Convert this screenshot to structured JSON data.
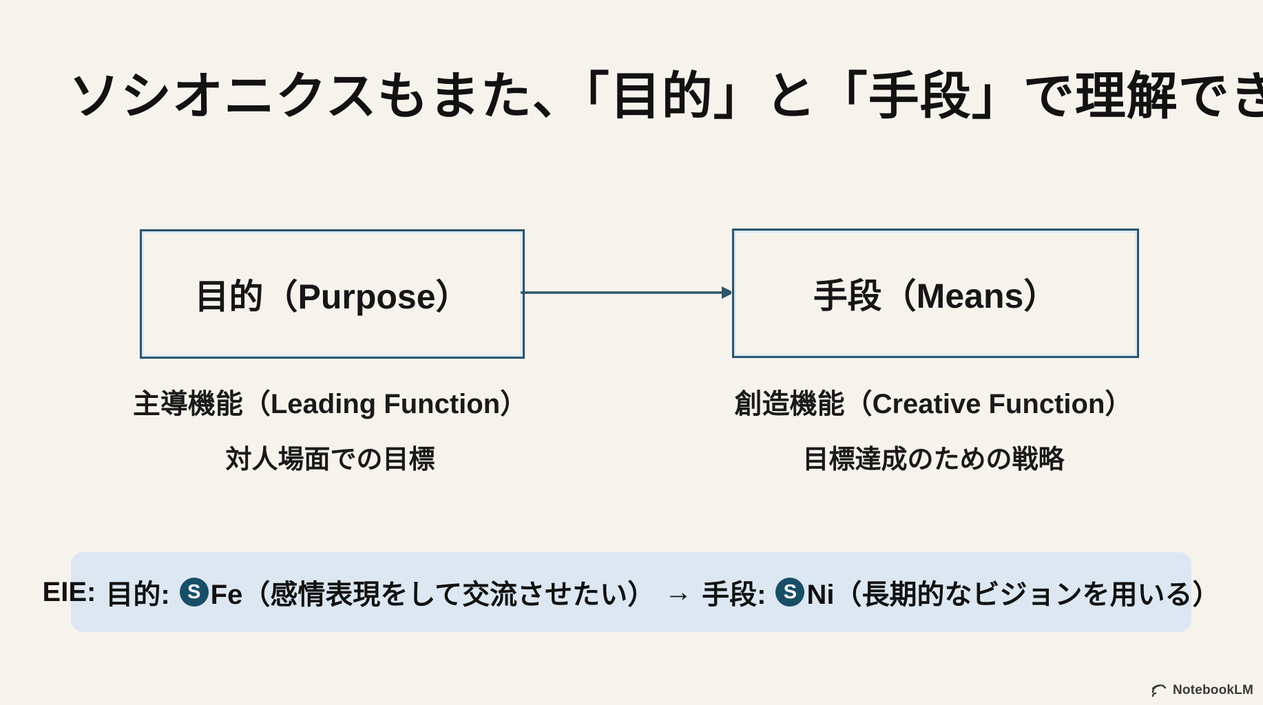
{
  "slide": {
    "title": "ソシオニクスもまた、「目的」と「手段」で理解できる",
    "diagram": {
      "purpose_box_label": "目的（Purpose）",
      "means_box_label": "手段（Means）",
      "purpose_notes": [
        "主導機能（Leading Function）",
        "対人場面での目標"
      ],
      "means_notes": [
        "創造機能（Creative Function）",
        "目標達成のための戦略"
      ]
    },
    "example": {
      "type_prefix": "EIE:",
      "purpose_label": "目的:",
      "purpose_badge": "S",
      "purpose_value": "Fe（感情表現をして交流させたい）",
      "flow_arrow": "→",
      "means_label": "手段:",
      "means_badge": "S",
      "means_value": "Ni（長期的なビジョンを用いる）"
    },
    "watermark": "NotebookLM",
    "colors": {
      "background": "#f6f3ec",
      "box_border": "#2d5468",
      "example_bar_bg": "#dce7f2",
      "badge_bg": "#174e68",
      "text": "#141414"
    }
  }
}
